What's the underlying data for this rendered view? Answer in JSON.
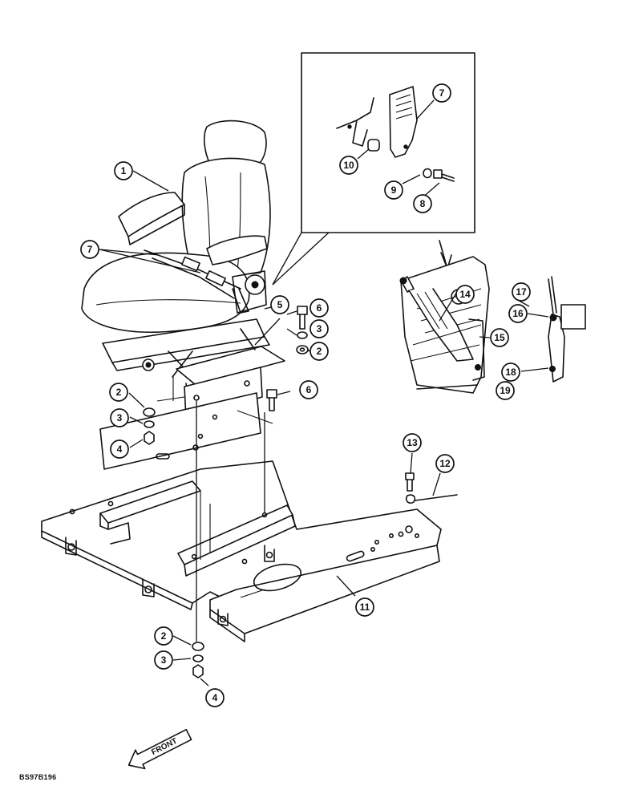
{
  "callouts": {
    "c1": "1",
    "c7a": "7",
    "c7b": "7",
    "c10": "10",
    "c9": "9",
    "c8": "8",
    "c5": "5",
    "c6a": "6",
    "c3a": "3",
    "c2a": "2",
    "c6b": "6",
    "c2b": "2",
    "c3b": "3",
    "c4a": "4",
    "c14": "14",
    "c15": "15",
    "c17": "17",
    "c16": "16",
    "c18": "18",
    "c19": "19",
    "c13": "13",
    "c12": "12",
    "c11": "11",
    "c2c": "2",
    "c3c": "3",
    "c4b": "4"
  },
  "front_label": "FRONT",
  "drawing_code": "BS97B196"
}
